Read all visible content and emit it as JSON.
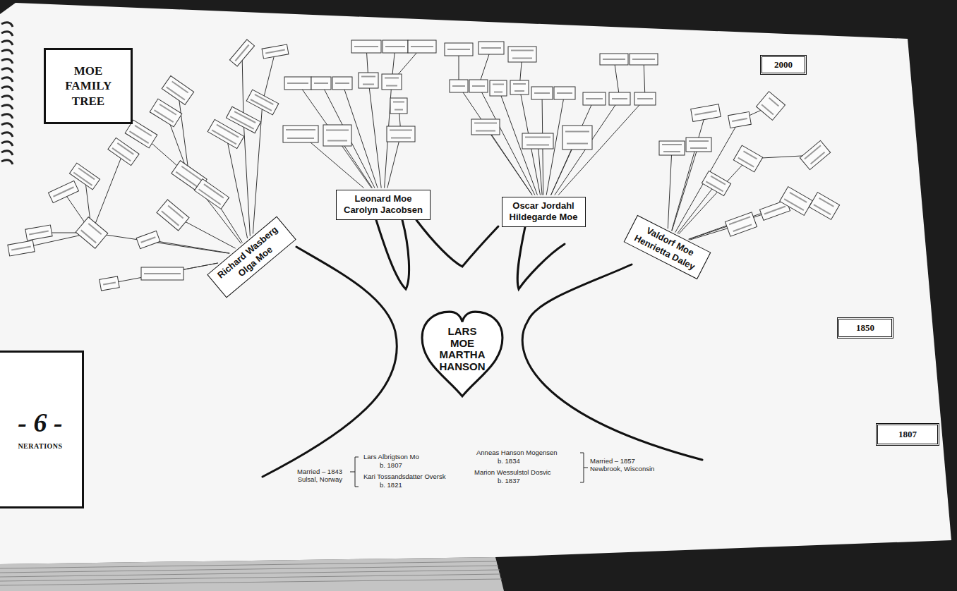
{
  "diagram": {
    "nodes": [
      {
        "text": [
          "MOE FAMILY TREE"
        ]
      },
      {
        "text": [
          "2000"
        ]
      },
      {
        "text": [
          "Richard Wasberg",
          "Olga Moe"
        ]
      },
      {
        "text": [
          "Leonard Moe",
          "Carolyn Jacobsen"
        ]
      },
      {
        "text": [
          "Oscar Jordahl",
          "Hildegarde Moe"
        ]
      },
      {
        "text": [
          "Valdorf Moe",
          "Henrietta Daley"
        ]
      },
      {
        "text": [
          "1850"
        ]
      },
      {
        "text": [
          "LARS MOE MARTHA HANSON"
        ]
      },
      {
        "text": [
          "- 6 -",
          "NERATIONS"
        ]
      },
      {
        "text": [
          "1807"
        ]
      }
    ],
    "labels": [
      "Married – 1843 Sulsal, Norway",
      "Lars Albrigtson Mo",
      "b. 1807",
      "Kari Tossandsdatter Oversk",
      "b. 1821",
      "Anneas Hanson Mogensen",
      "b. 1834",
      "Marion Wessulstol Dosvic",
      "b. 1837",
      "Married – 1857 Newbrook, Wisconsin"
    ]
  }
}
